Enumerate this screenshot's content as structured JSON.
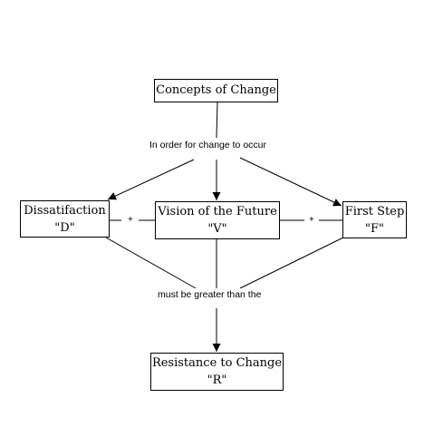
{
  "nodes": {
    "concepts": {
      "label": "Concepts of Change"
    },
    "dissatisfaction": {
      "label": "Dissatifaction",
      "symbol": "\"D\""
    },
    "vision": {
      "label": "Vision of the Future",
      "symbol": "\"V\""
    },
    "first_step": {
      "label": "First Step",
      "symbol": "\"F\""
    },
    "resistance": {
      "label": "Resistance to Change",
      "symbol": "\"R\""
    }
  },
  "edge_labels": {
    "condition": "In order for change to occur",
    "comparison": "must be greater than the"
  },
  "operators": {
    "plus_1": "+",
    "plus_2": "+"
  }
}
